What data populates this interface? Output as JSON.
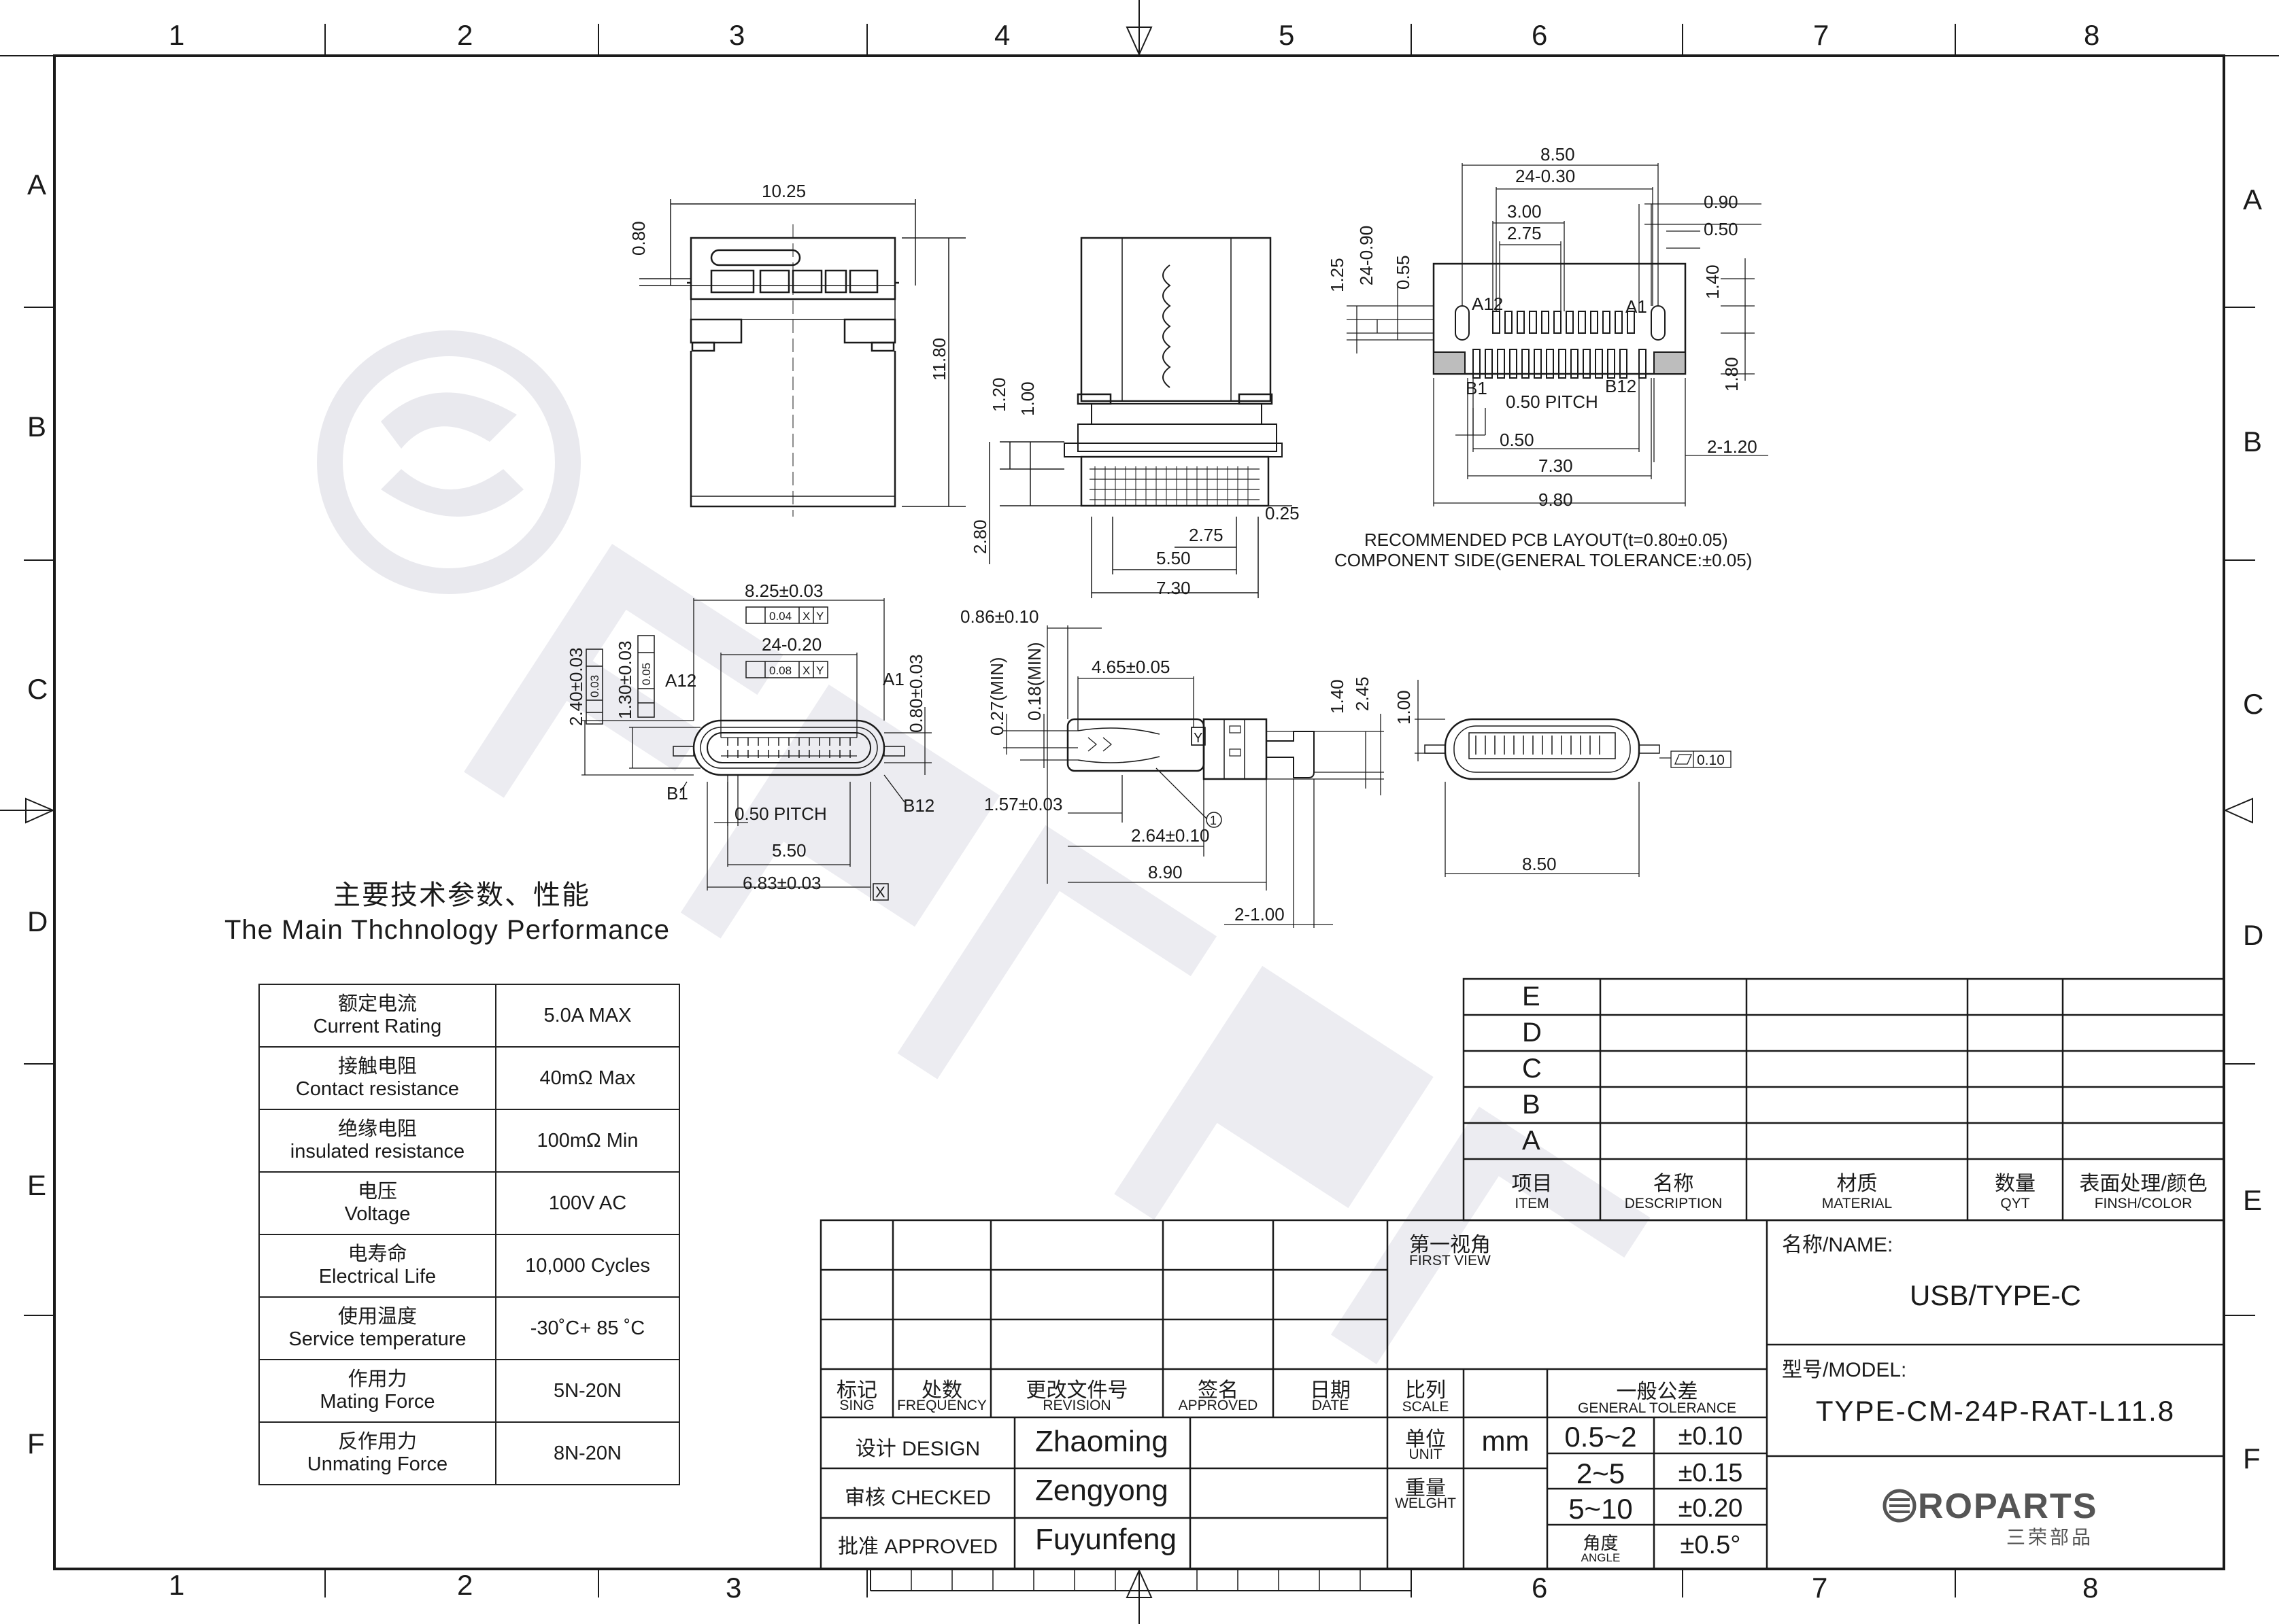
{
  "frame": {
    "columns": [
      "1",
      "2",
      "3",
      "4",
      "5",
      "6",
      "7",
      "8"
    ],
    "rows": [
      "A",
      "B",
      "C",
      "D",
      "E",
      "F"
    ]
  },
  "drawing": {
    "top_view": {
      "width": "10.25",
      "height": "11.80",
      "offset": "0.80"
    },
    "side_view": {
      "h1": "1.20",
      "h2": "1.00",
      "h3": "2.80",
      "d1": "0.25",
      "w1": "2.75",
      "w2": "5.50",
      "w3": "7.30"
    },
    "pcb_layout": {
      "w_total": "8.50",
      "pitch_group": "24-0.30",
      "w1": "3.00",
      "w2": "2.75",
      "d1": "0.90",
      "d2": "0.50",
      "v1": "1.25",
      "v2": "24-0.90",
      "v3": "0.55",
      "v4": "1.40",
      "v5": "1.80",
      "pin_a12": "A12",
      "pin_a1": "A1",
      "pin_b1": "B1",
      "pin_b12": "B12",
      "pitch": "0.50 PITCH",
      "p1": "0.50",
      "p2": "7.30",
      "p3": "9.80",
      "p4": "2-1.20",
      "note1": "RECOMMENDED PCB LAYOUT(t=0.80±0.05)",
      "note2": "COMPONENT SIDE(GENERAL TOLERANCE:±0.05)"
    },
    "front_view": {
      "w_top": "8.25±0.03",
      "tol1": "0.04",
      "w_pins": "24-0.20",
      "tol2": "0.08",
      "h1": "2.40±0.03",
      "h2": "1.30±0.03",
      "h3": "0.80±0.03",
      "tol3": "0.03",
      "tol4": "0.05",
      "ref_x": "X",
      "ref_y": "Y",
      "pin_a12": "A12",
      "pin_a1": "A1",
      "pin_b1": "B1",
      "pin_b12": "B12",
      "pitch": "0.50 PITCH",
      "w1": "5.50",
      "w2": "6.83±0.03"
    },
    "section_view": {
      "d1": "0.86±0.10",
      "d2": "4.65±0.05",
      "v1": "0.27(MIN)",
      "v2": "0.18(MIN)",
      "v3": "1.40",
      "v4": "2.45",
      "d3": "1.57±0.03",
      "d4": "2.64±0.10",
      "d5": "8.90",
      "d6": "2-1.00",
      "mark": "1",
      "ref": "Y"
    },
    "end_view": {
      "h": "1.00",
      "w": "8.50",
      "flat": "0.10"
    }
  },
  "specs": {
    "heading_cn": "主要技术参数、性能",
    "heading_en": "The Main Thchnology Performance",
    "rows": [
      {
        "cn": "额定电流",
        "en": "Current Rating",
        "value": "5.0A MAX"
      },
      {
        "cn": "接触电阻",
        "en": "Contact resistance",
        "value": "40mΩ Max"
      },
      {
        "cn": "绝缘电阻",
        "en": "insulated resistance",
        "value": "100mΩ Min"
      },
      {
        "cn": "电压",
        "en": "Voltage",
        "value": "100V AC"
      },
      {
        "cn": "电寿命",
        "en": "Electrical Life",
        "value": "10,000 Cycles"
      },
      {
        "cn": "使用温度",
        "en": "Service temperature",
        "value": "-30˚C+ 85 ˚C"
      },
      {
        "cn": "作用力",
        "en": "Mating Force",
        "value": "5N-20N"
      },
      {
        "cn": "反作用力",
        "en": "Unmating Force",
        "value": "8N-20N"
      }
    ]
  },
  "bom": {
    "rows": [
      "E",
      "D",
      "C",
      "B",
      "A"
    ],
    "headers": [
      {
        "cn": "项目",
        "en": "ITEM"
      },
      {
        "cn": "名称",
        "en": "DESCRIPTION"
      },
      {
        "cn": "材质",
        "en": "MATERIAL"
      },
      {
        "cn": "数量",
        "en": "QYT"
      },
      {
        "cn": "表面处理/颜色",
        "en": "FINSH/COLOR"
      }
    ]
  },
  "title_block": {
    "revision_headers": [
      {
        "cn": "标记",
        "en": "SING"
      },
      {
        "cn": "处数",
        "en": "FREQUENCY"
      },
      {
        "cn": "更改文件号",
        "en": "REVISION"
      },
      {
        "cn": "签名",
        "en": "APPROVED"
      },
      {
        "cn": "日期",
        "en": "DATE"
      }
    ],
    "design_label": "设计 DESIGN",
    "design_name": "Zhaoming",
    "checked_label": "审核 CHECKED",
    "checked_name": "Zengyong",
    "approved_label": "批准 APPROVED",
    "approved_name": "Fuyunfeng",
    "first_view_cn": "第一视角",
    "first_view_en": "FIRST VIEW",
    "scale_cn": "比列",
    "scale_en": "SCALE",
    "unit_cn": "单位",
    "unit_en": "UNIT",
    "unit_value": "mm",
    "weight_cn": "重量",
    "weight_en": "WELGHT",
    "tolerance_cn": "一般公差",
    "tolerance_en": "GENERAL TOLERANCE",
    "tolerances": [
      {
        "range": "0.5~2",
        "value": "±0.10"
      },
      {
        "range": "2~5",
        "value": "±0.15"
      },
      {
        "range": "5~10",
        "value": "±0.20"
      }
    ],
    "angle_cn": "角度",
    "angle_en": "ANGLE",
    "angle_value": "±0.5°",
    "name_label": "名称/NAME:",
    "name_value": "USB/TYPE-C",
    "model_label": "型号/MODEL:",
    "model_value": "TYPE-CM-24P-RAT-L11.8",
    "logo_text": "ROPARTS",
    "logo_cn": "三荣部品"
  },
  "colors": {
    "line": "#1a1a1a",
    "watermark": "#e9e9ee"
  }
}
